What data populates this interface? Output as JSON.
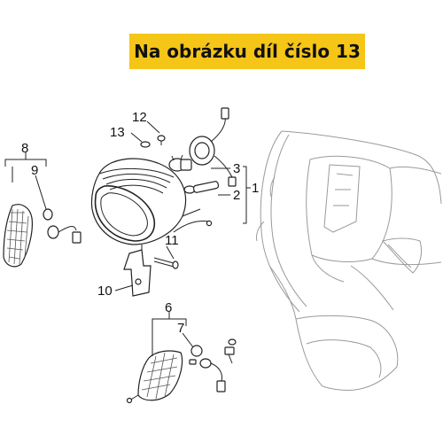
{
  "banner": {
    "text": "Na obrázku díl číslo 13",
    "background_color": "#f5c518",
    "text_color": "#111111"
  },
  "callouts": {
    "c1": "1",
    "c2": "2",
    "c3": "3",
    "c6": "6",
    "c7": "7",
    "c8": "8",
    "c9": "9",
    "c10": "10",
    "c11": "11",
    "c12": "12",
    "c13": "13"
  },
  "line_color": "#222222",
  "ghost_color": "#9a9a9a"
}
